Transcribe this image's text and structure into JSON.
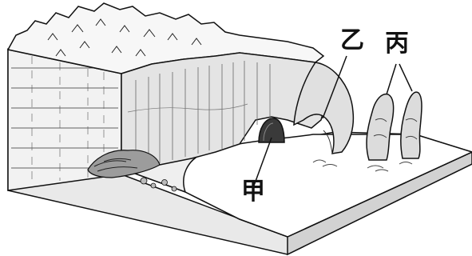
{
  "labels": {
    "jia": "甲",
    "yi": "乙",
    "bing": "丙"
  },
  "colors": {
    "line": "#111111",
    "cliff_light": "#efefef",
    "cliff_mid": "#d9d9d9",
    "cliff_dark": "#9a9a9a",
    "water": "#ffffff",
    "sea_floor": "#e6e6e6",
    "base": "#f4f4f4"
  }
}
